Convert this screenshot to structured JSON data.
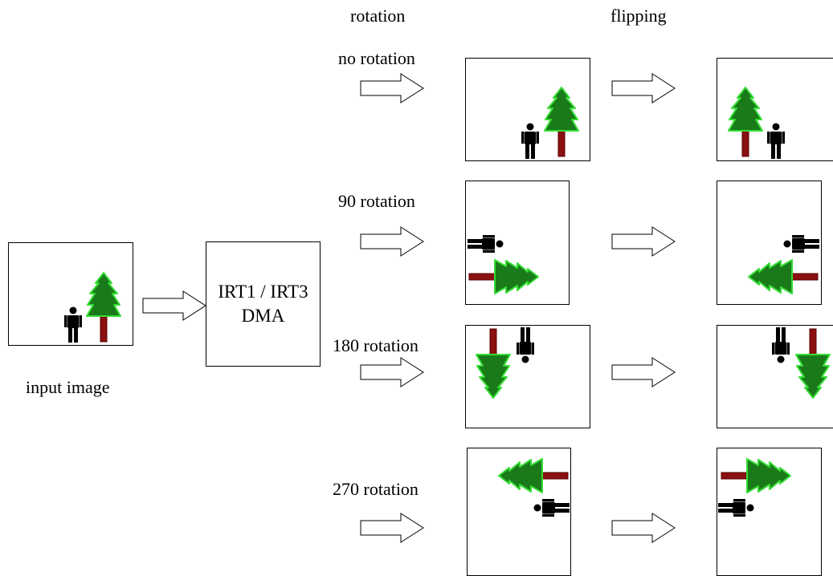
{
  "headers": {
    "rotation": "rotation",
    "flipping": "flipping"
  },
  "input_label": "input image",
  "dma_block": {
    "line1": "IRT1 / IRT3",
    "line2": "DMA"
  },
  "rows": [
    {
      "label": "no rotation",
      "rotation_degrees": 0
    },
    {
      "label": "90 rotation",
      "rotation_degrees": 90
    },
    {
      "label": "180 rotation",
      "rotation_degrees": 180
    },
    {
      "label": "270 rotation",
      "rotation_degrees": 270
    }
  ],
  "colors": {
    "tree_fill": "#1a7a1a",
    "tree_outline": "#33dd33",
    "trunk": "#8b1010",
    "person": "#000000",
    "stroke": "#000000"
  },
  "icons": {
    "tree": "tree-icon",
    "person": "person-icon",
    "arrow": "arrow-right-icon"
  }
}
